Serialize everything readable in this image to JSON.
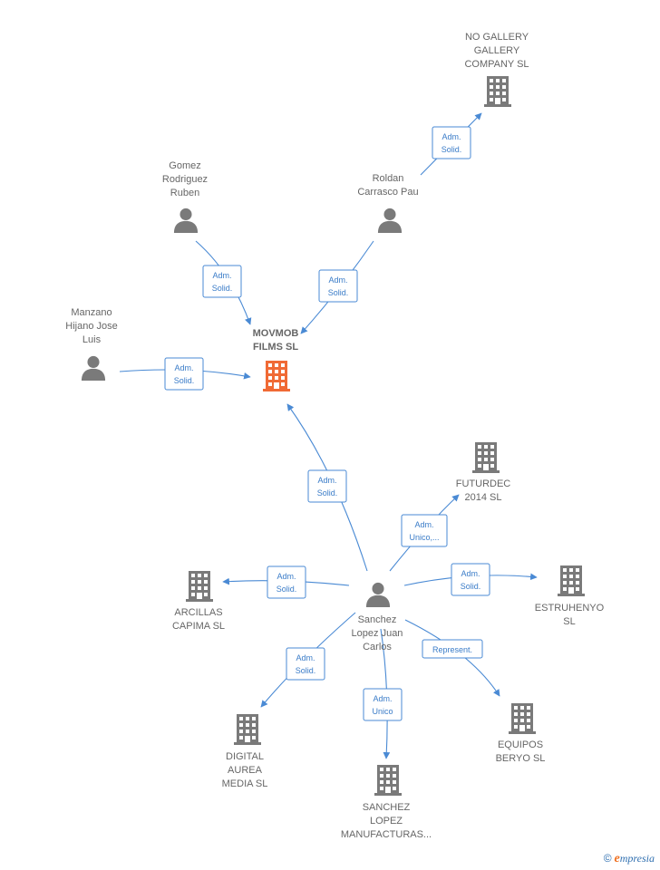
{
  "colors": {
    "edge": "#4a8ad4",
    "node_gray": "#7a7a7a",
    "node_main": "#f06a35",
    "label": "#666666"
  },
  "nodes": [
    {
      "id": "movmob",
      "type": "company",
      "main": true,
      "lines": [
        "MOVMOB",
        "FILMS SL"
      ]
    },
    {
      "id": "nogallery",
      "type": "company",
      "lines": [
        "NO GALLERY",
        "GALLERY",
        "COMPANY SL"
      ]
    },
    {
      "id": "gomez",
      "type": "person",
      "lines": [
        "Gomez",
        "Rodriguez",
        "Ruben"
      ]
    },
    {
      "id": "roldan",
      "type": "person",
      "lines": [
        "Roldan",
        "Carrasco Pau"
      ]
    },
    {
      "id": "manzano",
      "type": "person",
      "lines": [
        "Manzano",
        "Hijano Jose",
        "Luis"
      ]
    },
    {
      "id": "futurdec",
      "type": "company",
      "lines": [
        "FUTURDEC",
        "2014 SL"
      ]
    },
    {
      "id": "arcillas",
      "type": "company",
      "lines": [
        "ARCILLAS",
        "CAPIMA SL"
      ]
    },
    {
      "id": "sanchez",
      "type": "person",
      "lines": [
        "Sanchez",
        "Lopez Juan",
        "Carlos"
      ]
    },
    {
      "id": "estruhenyo",
      "type": "company",
      "lines": [
        "ESTRUHENYO",
        "SL"
      ]
    },
    {
      "id": "digital",
      "type": "company",
      "lines": [
        "DIGITAL",
        "AUREA",
        "MEDIA SL"
      ]
    },
    {
      "id": "equipos",
      "type": "company",
      "lines": [
        "EQUIPOS",
        "BERYO SL"
      ]
    },
    {
      "id": "sanchezman",
      "type": "company",
      "lines": [
        "SANCHEZ",
        "LOPEZ",
        "MANUFACTURAS..."
      ]
    }
  ],
  "edges": [
    {
      "id": "roldan-nogallery",
      "label": [
        "Adm.",
        "Solid."
      ]
    },
    {
      "id": "gomez-movmob",
      "label": [
        "Adm.",
        "Solid."
      ]
    },
    {
      "id": "roldan-movmob",
      "label": [
        "Adm.",
        "Solid."
      ]
    },
    {
      "id": "manzano-movmob",
      "label": [
        "Adm.",
        "Solid."
      ]
    },
    {
      "id": "sanchez-movmob",
      "label": [
        "Adm.",
        "Solid."
      ]
    },
    {
      "id": "sanchez-futurdec",
      "label": [
        "Adm.",
        "Unico,..."
      ]
    },
    {
      "id": "sanchez-arcillas",
      "label": [
        "Adm.",
        "Solid."
      ]
    },
    {
      "id": "sanchez-estruhenyo",
      "label": [
        "Adm.",
        "Solid."
      ]
    },
    {
      "id": "sanchez-digital",
      "label": [
        "Adm.",
        "Solid."
      ]
    },
    {
      "id": "sanchez-equipos",
      "label": [
        "Represent."
      ]
    },
    {
      "id": "sanchez-sanchezman",
      "label": [
        "Adm.",
        "Unico"
      ]
    }
  ],
  "watermark": {
    "copyright": "©",
    "brand_initial": "e",
    "brand_rest": "mpresia"
  }
}
